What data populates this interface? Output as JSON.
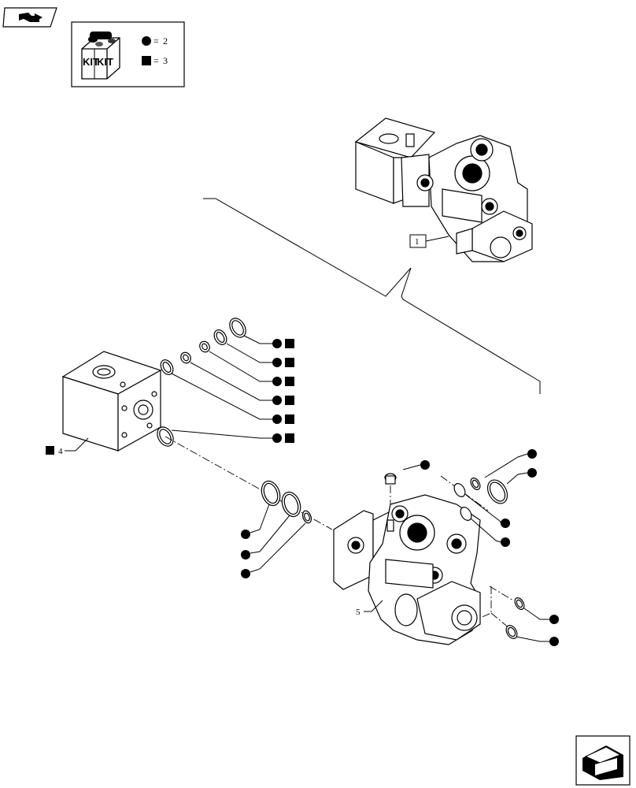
{
  "legend": {
    "kit_label_1": "KIT",
    "kit_label_2": "KIT",
    "circle_qty": "2",
    "square_qty": "3",
    "equals": "="
  },
  "callouts": {
    "ref_1": "1",
    "ref_4": "4",
    "ref_5": "5"
  },
  "icons": {
    "top_left": "book-arrow-icon",
    "bottom_right": "next-page-arrow-icon"
  }
}
